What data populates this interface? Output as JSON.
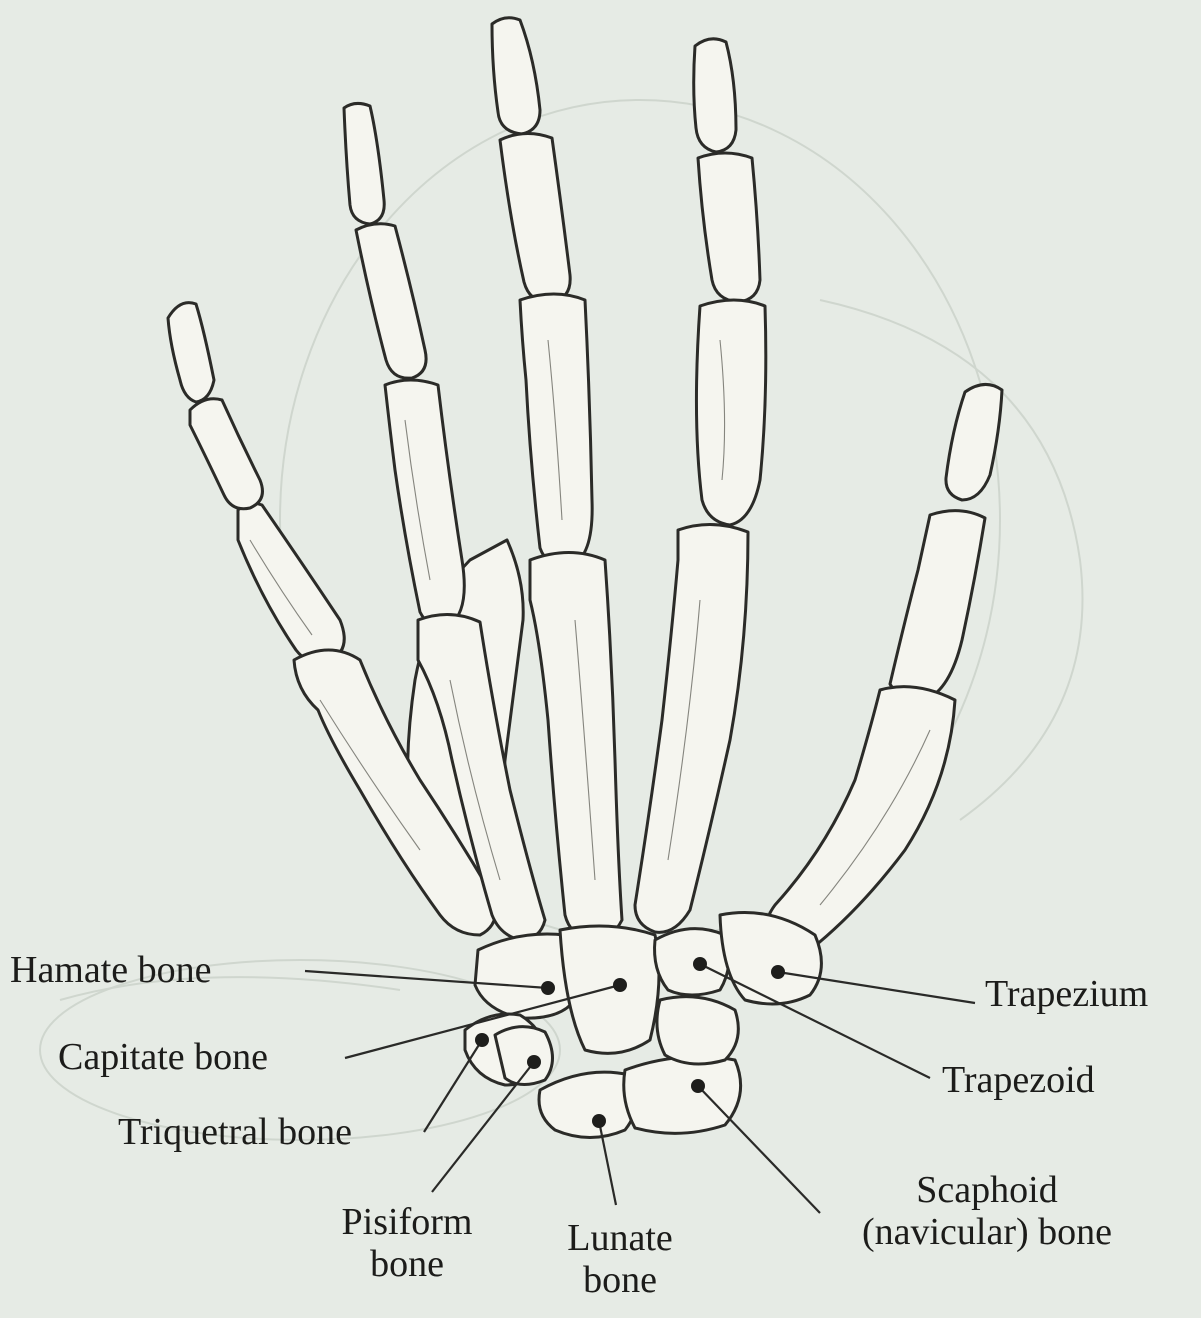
{
  "labels": {
    "hamate": "Hamate bone",
    "capitate": "Capitate bone",
    "triquetral": "Triquetral bone",
    "pisiform_1": "Pisiform",
    "pisiform_2": "bone",
    "lunate_1": "Lunate",
    "lunate_2": "bone",
    "scaphoid_1": "Scaphoid",
    "scaphoid_2": "(navicular) bone",
    "trapezoid": "Trapezoid",
    "trapezium": "Trapezium"
  },
  "colors": {
    "background": "#e6ebe5",
    "bone_fill": "#f5f5ef",
    "outline": "#2b2b28",
    "text": "#1c1c1a"
  }
}
